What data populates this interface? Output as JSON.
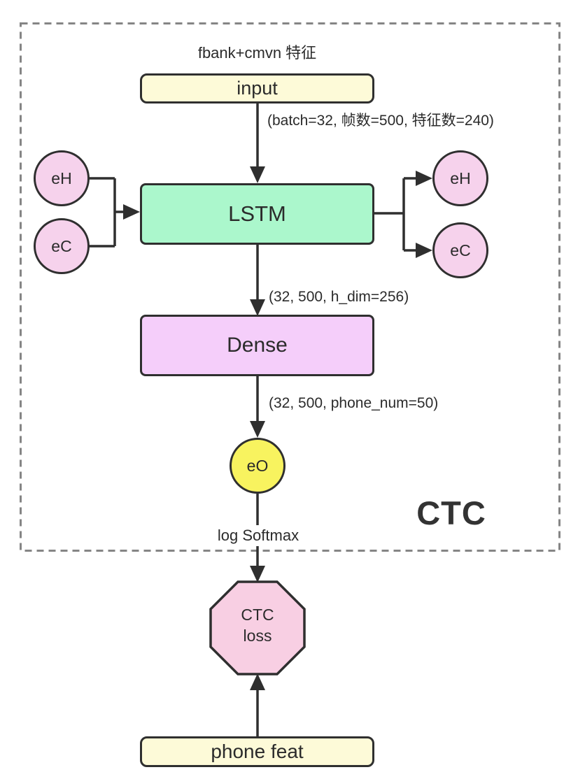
{
  "diagram": {
    "region_label": "CTC",
    "caption": "fbank+cmvn 特征",
    "nodes": {
      "input": {
        "label": "input"
      },
      "lstm": {
        "label": "LSTM"
      },
      "dense": {
        "label": "Dense"
      },
      "eh": {
        "label": "eH"
      },
      "ec": {
        "label": "eC"
      },
      "eo": {
        "label": "eO"
      },
      "ctc_loss": {
        "line1": "CTC",
        "line2": "loss"
      },
      "phone_feat": {
        "label": "phone feat"
      }
    },
    "edges": {
      "input_to_lstm": "(batch=32, 帧数=500, 特征数=240)",
      "lstm_to_dense": "(32, 500, h_dim=256)",
      "dense_to_eo": "(32, 500, phone_num=50)",
      "eo_to_loss": "log Softmax"
    },
    "colors": {
      "box_yellow": "#fdfad8",
      "lstm_green": "#abf7cc",
      "dense_violet": "#f5cefa",
      "state_pink": "#f6d2ec",
      "eo_yellow": "#f8f35f",
      "loss_pink": "#f8cfe3",
      "stroke": "#2f2f2f",
      "dashed_border": "#858585"
    }
  }
}
